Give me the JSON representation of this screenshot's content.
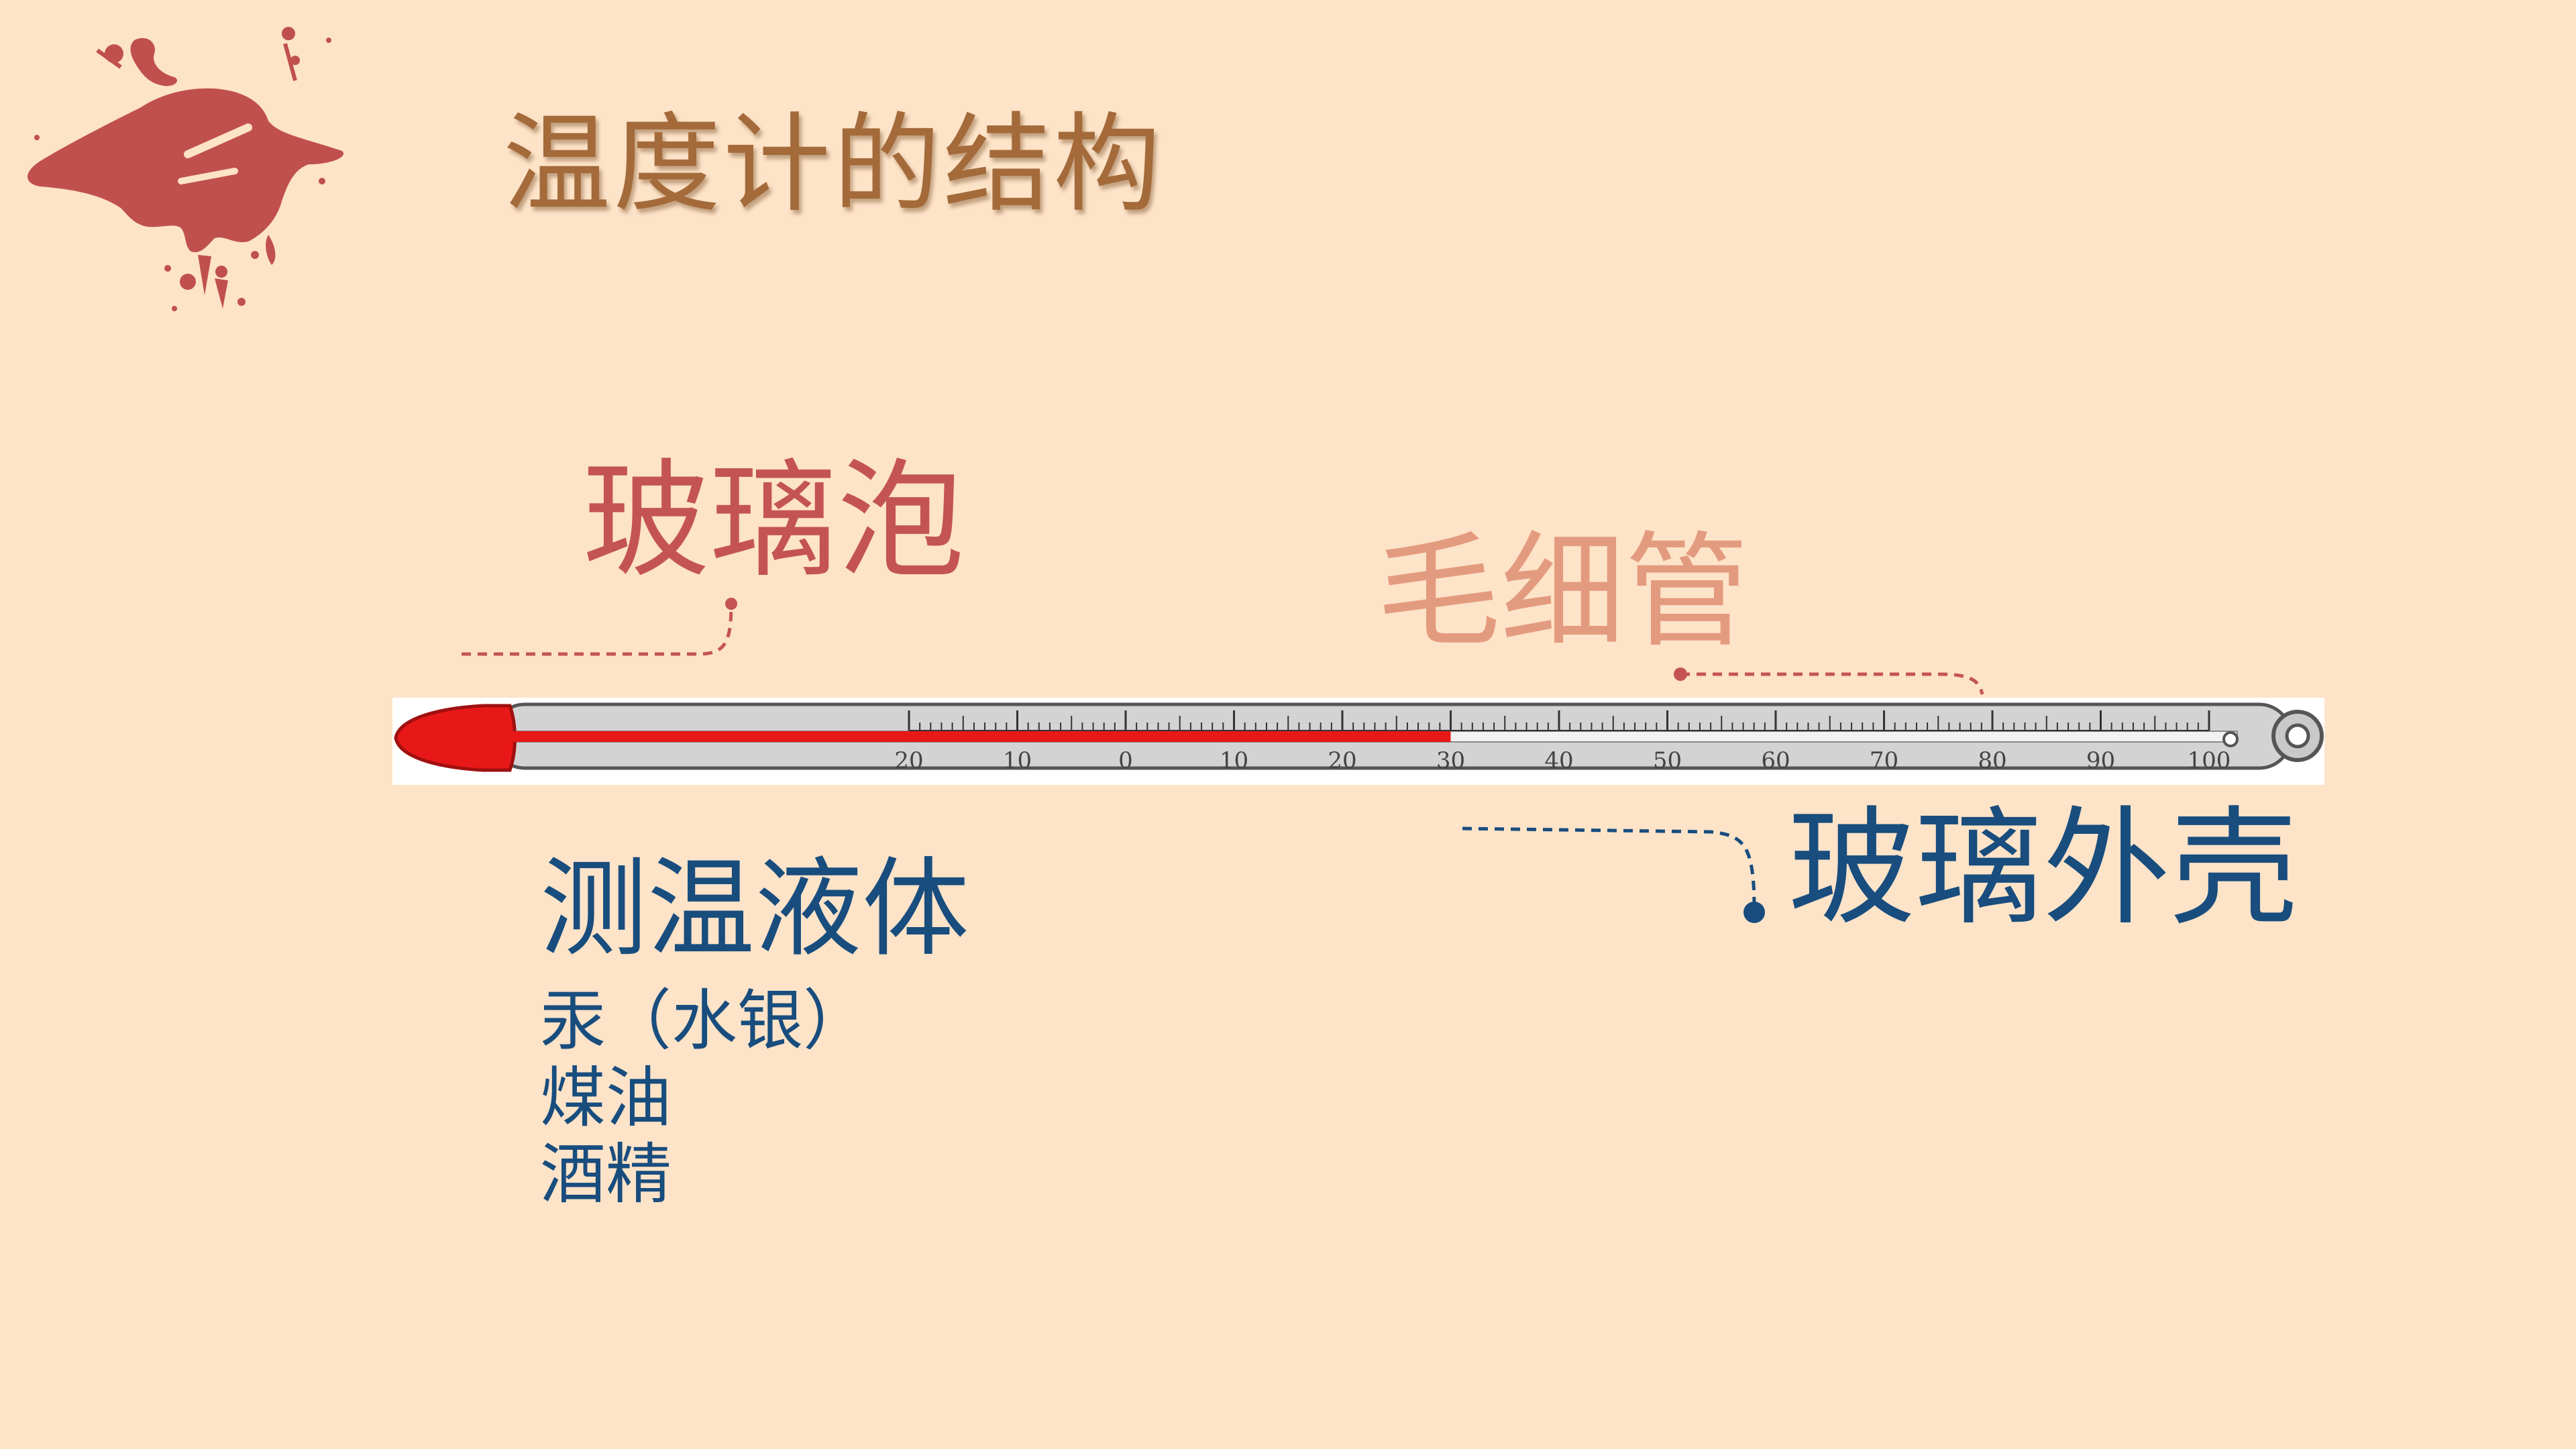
{
  "slide": {
    "title": "温度计的结构"
  },
  "labels": {
    "bulb": "玻璃泡",
    "capillary": "毛细管",
    "shell": "玻璃外壳",
    "liquid": "测温液体"
  },
  "liquids": [
    "汞（水银）",
    "煤油",
    "酒精"
  ],
  "thermometer": {
    "scale_labels": [
      "20",
      "10",
      "0",
      "10",
      "20",
      "30",
      "40",
      "50",
      "60",
      "70",
      "80",
      "90",
      "100"
    ],
    "liquid_level_reading": 30
  },
  "colors": {
    "background": "#fde3c8",
    "title": "#a46a3a",
    "accent_red": "#c45454",
    "salmon": "#e39b80",
    "navy": "#184d7e",
    "mercury": "#e81818"
  },
  "icons": [
    "ink-splash-icon"
  ]
}
